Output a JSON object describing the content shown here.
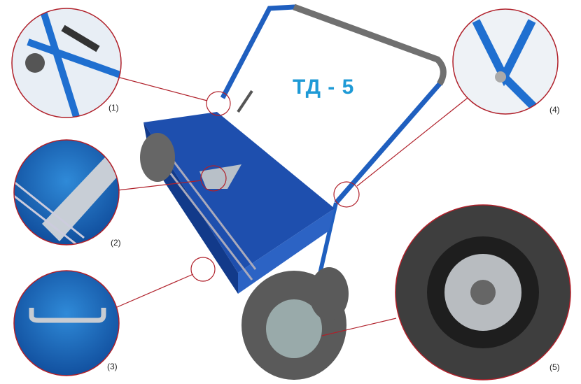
{
  "title": "ТД - 5",
  "callouts": [
    {
      "label": "(1)"
    },
    {
      "label": "(2)"
    },
    {
      "label": "(3)"
    },
    {
      "label": "(4)"
    },
    {
      "label": "(5)"
    }
  ],
  "colors": {
    "frame": "#1f5fbf",
    "hopper": "#1e4fae",
    "callout_ring": "#b0202a",
    "title": "#1e9ad6",
    "tire": "#5a5a5a"
  }
}
